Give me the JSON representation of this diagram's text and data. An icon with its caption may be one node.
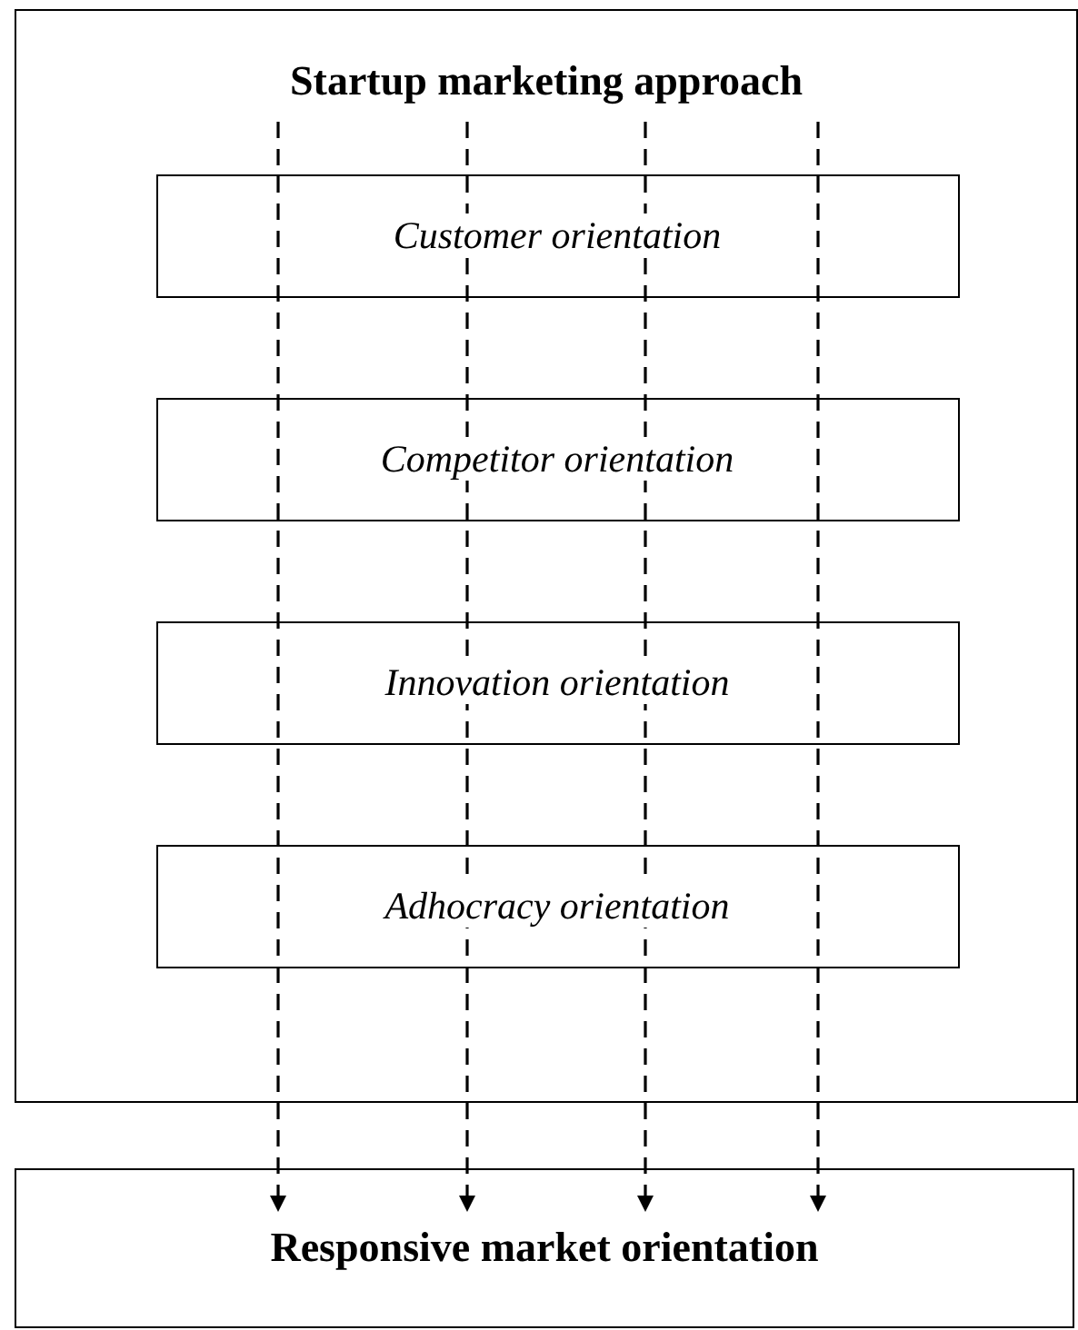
{
  "diagram": {
    "nodes": [
      {
        "text": [
          "Startup marketing approach"
        ]
      },
      {
        "text": [
          "Customer orientation"
        ],
        "in": 0
      },
      {
        "text": [
          "Competitor orientation"
        ],
        "in": 0
      },
      {
        "text": [
          "Innovation orientation"
        ],
        "in": 0
      },
      {
        "text": [
          "Adhocracy orientation"
        ],
        "in": 0
      },
      {
        "text": [
          "Responsive market orientation"
        ]
      }
    ],
    "edges": [
      {
        "from": null,
        "to": 5,
        "arrow": "to",
        "style": "dashed"
      },
      {
        "from": null,
        "to": 5,
        "arrow": "to",
        "style": "dashed"
      },
      {
        "from": null,
        "to": 5,
        "arrow": "to",
        "style": "dashed"
      },
      {
        "from": null,
        "to": 5,
        "arrow": "to",
        "style": "dashed"
      }
    ]
  }
}
